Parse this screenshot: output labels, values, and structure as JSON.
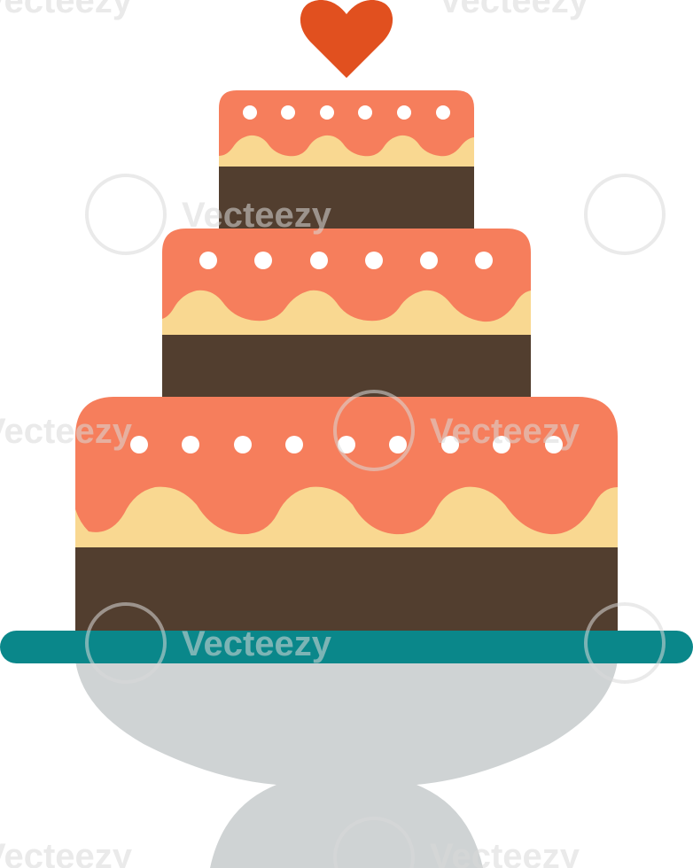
{
  "image": {
    "subject": "three-tier-cake-illustration",
    "topper_icon": "heart-icon",
    "colors": {
      "background": "#ffffff",
      "frosting": "#f67e5c",
      "cream": "#f9d891",
      "sponge": "#523e2f",
      "dots": "#ffffff",
      "heart": "#e1501f",
      "plate_rim": "#0a878a",
      "stand": "#cfd3d4"
    },
    "tiers": [
      {
        "name": "top-tier",
        "dots": 6
      },
      {
        "name": "middle-tier",
        "dots": 6
      },
      {
        "name": "bottom-tier",
        "dots": 9
      }
    ]
  },
  "watermark": {
    "text": "Vecteezy"
  }
}
